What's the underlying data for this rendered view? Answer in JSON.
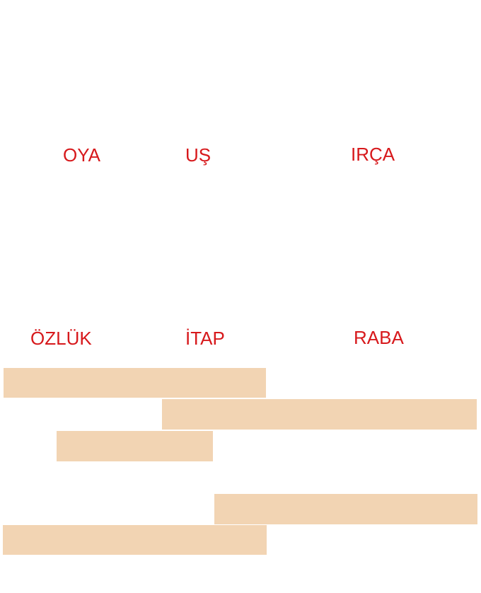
{
  "colors": {
    "word_text": "#d7191c",
    "tile_fill": "#f2d4b3",
    "background": "#ffffff"
  },
  "words": [
    {
      "text": "OYA"
    },
    {
      "text": "UŞ"
    },
    {
      "text": "IRÇA"
    },
    {
      "text": "ÖZLÜK"
    },
    {
      "text": "İTAP"
    },
    {
      "text": "RABA"
    }
  ],
  "tiles_count": 5
}
